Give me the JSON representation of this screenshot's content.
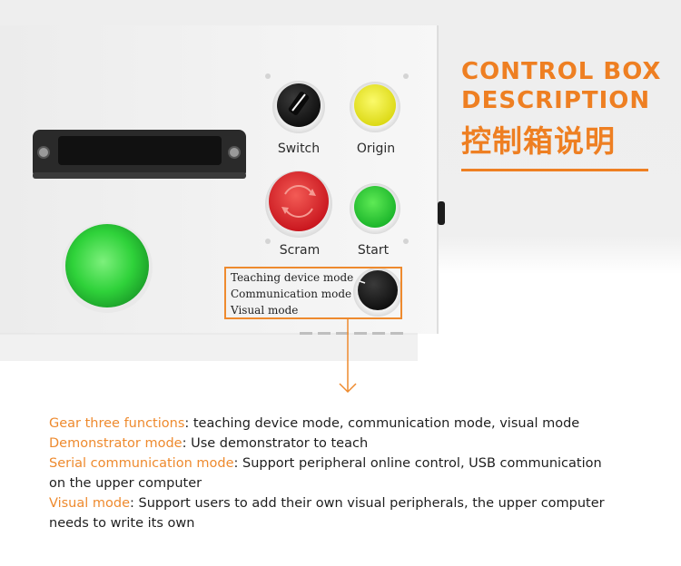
{
  "title": {
    "line1": "CONTROL BOX",
    "line2": "DESCRIPTION",
    "cn": "控制箱说明"
  },
  "buttons": {
    "switch": "Switch",
    "origin": "Origin",
    "scram": "Scram",
    "start": "Start"
  },
  "modes": [
    "Teaching device mode",
    "Communication mode",
    "Visual mode"
  ],
  "descriptions": {
    "gear_key": "Gear three functions",
    "gear_text": ": teaching device mode, communication mode, visual mode",
    "demo_key": "Demonstrator mode",
    "demo_text": ": Use demonstrator to teach",
    "serial_key": "Serial communication mode",
    "serial_text": ": Support peripheral online control, USB communication",
    "serial_text2": "on the upper computer",
    "visual_key": "Visual mode",
    "visual_text": ": Support users to add their own visual peripherals, the upper computer",
    "visual_text2": "needs to write its own"
  },
  "colors": {
    "accent": "#ee7f22",
    "green": "#2fc83a",
    "red": "#e0262d",
    "yellow": "#f2ef2a"
  }
}
